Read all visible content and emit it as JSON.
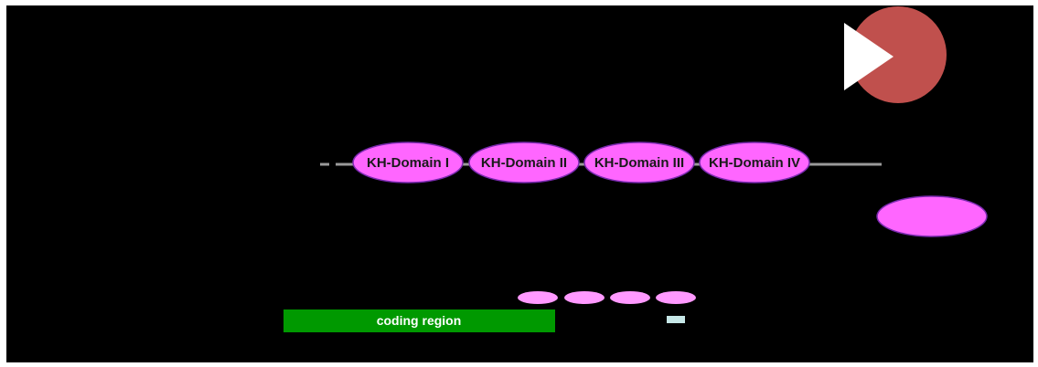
{
  "colors": {
    "background": "#000000",
    "domain_fill": "#ff66ff",
    "domain_stroke": "#7a2ab0",
    "linker": "#9a9a9a",
    "coding_region": "#009900",
    "small_bar": "#c6e7e7",
    "play_circle": "#c0504d",
    "play_triangle": "#ffffff"
  },
  "protein": {
    "domains": [
      {
        "label": "KH-Domain I"
      },
      {
        "label": "KH-Domain II"
      },
      {
        "label": "KH-Domain III"
      },
      {
        "label": "KH-Domain IV"
      }
    ]
  },
  "transcript": {
    "coding_region_label": "coding region"
  },
  "icons": {
    "play": "play-icon"
  }
}
